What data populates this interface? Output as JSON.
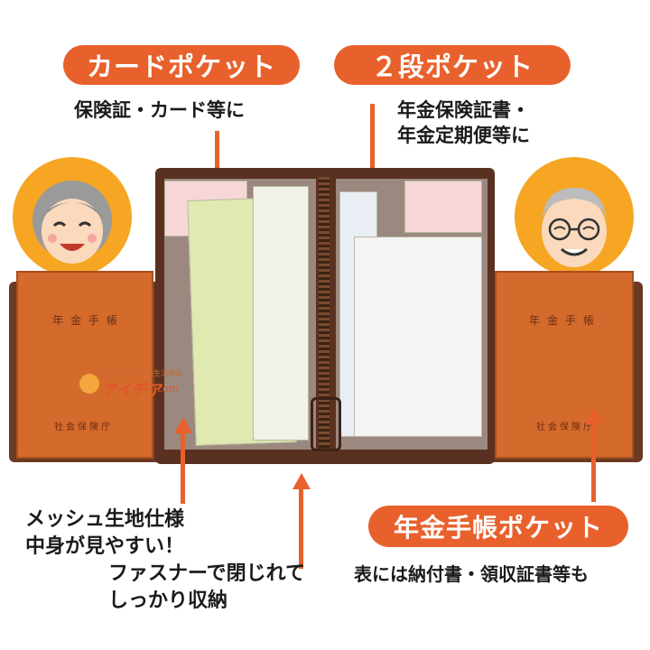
{
  "callouts": {
    "card_pocket_title": "カードポケット",
    "card_pocket_desc": "保険証・カード等に",
    "double_pocket_title": "２段ポケット",
    "double_pocket_desc_line1": "年金保険証書・",
    "double_pocket_desc_line2": "年金定期便等に",
    "mesh_desc_line1": "メッシュ生地仕様",
    "mesh_desc_line2": "中身が見やすい！",
    "zipper_desc_line1": "ファスナーで閉じれて",
    "zipper_desc_line2": "しっかり収納",
    "booklet_pocket_title": "年金手帳ポケット",
    "booklet_pocket_desc": "表には納付書・領収証書等も"
  },
  "booklets": {
    "left_title": "年金手帳",
    "right_title": "年金手帳",
    "left_footer": "社会保険庁",
    "right_footer": "社会保険庁"
  },
  "watermark": {
    "tagline": "便利・キレイの生活雑貨",
    "brand": "アイデア",
    "brand_suffix": "com"
  },
  "colors": {
    "accent": "#e8612c",
    "wallet_brown": "#6b3a22",
    "booklet_orange": "#d46a2c",
    "face_circle": "#f6a623"
  }
}
